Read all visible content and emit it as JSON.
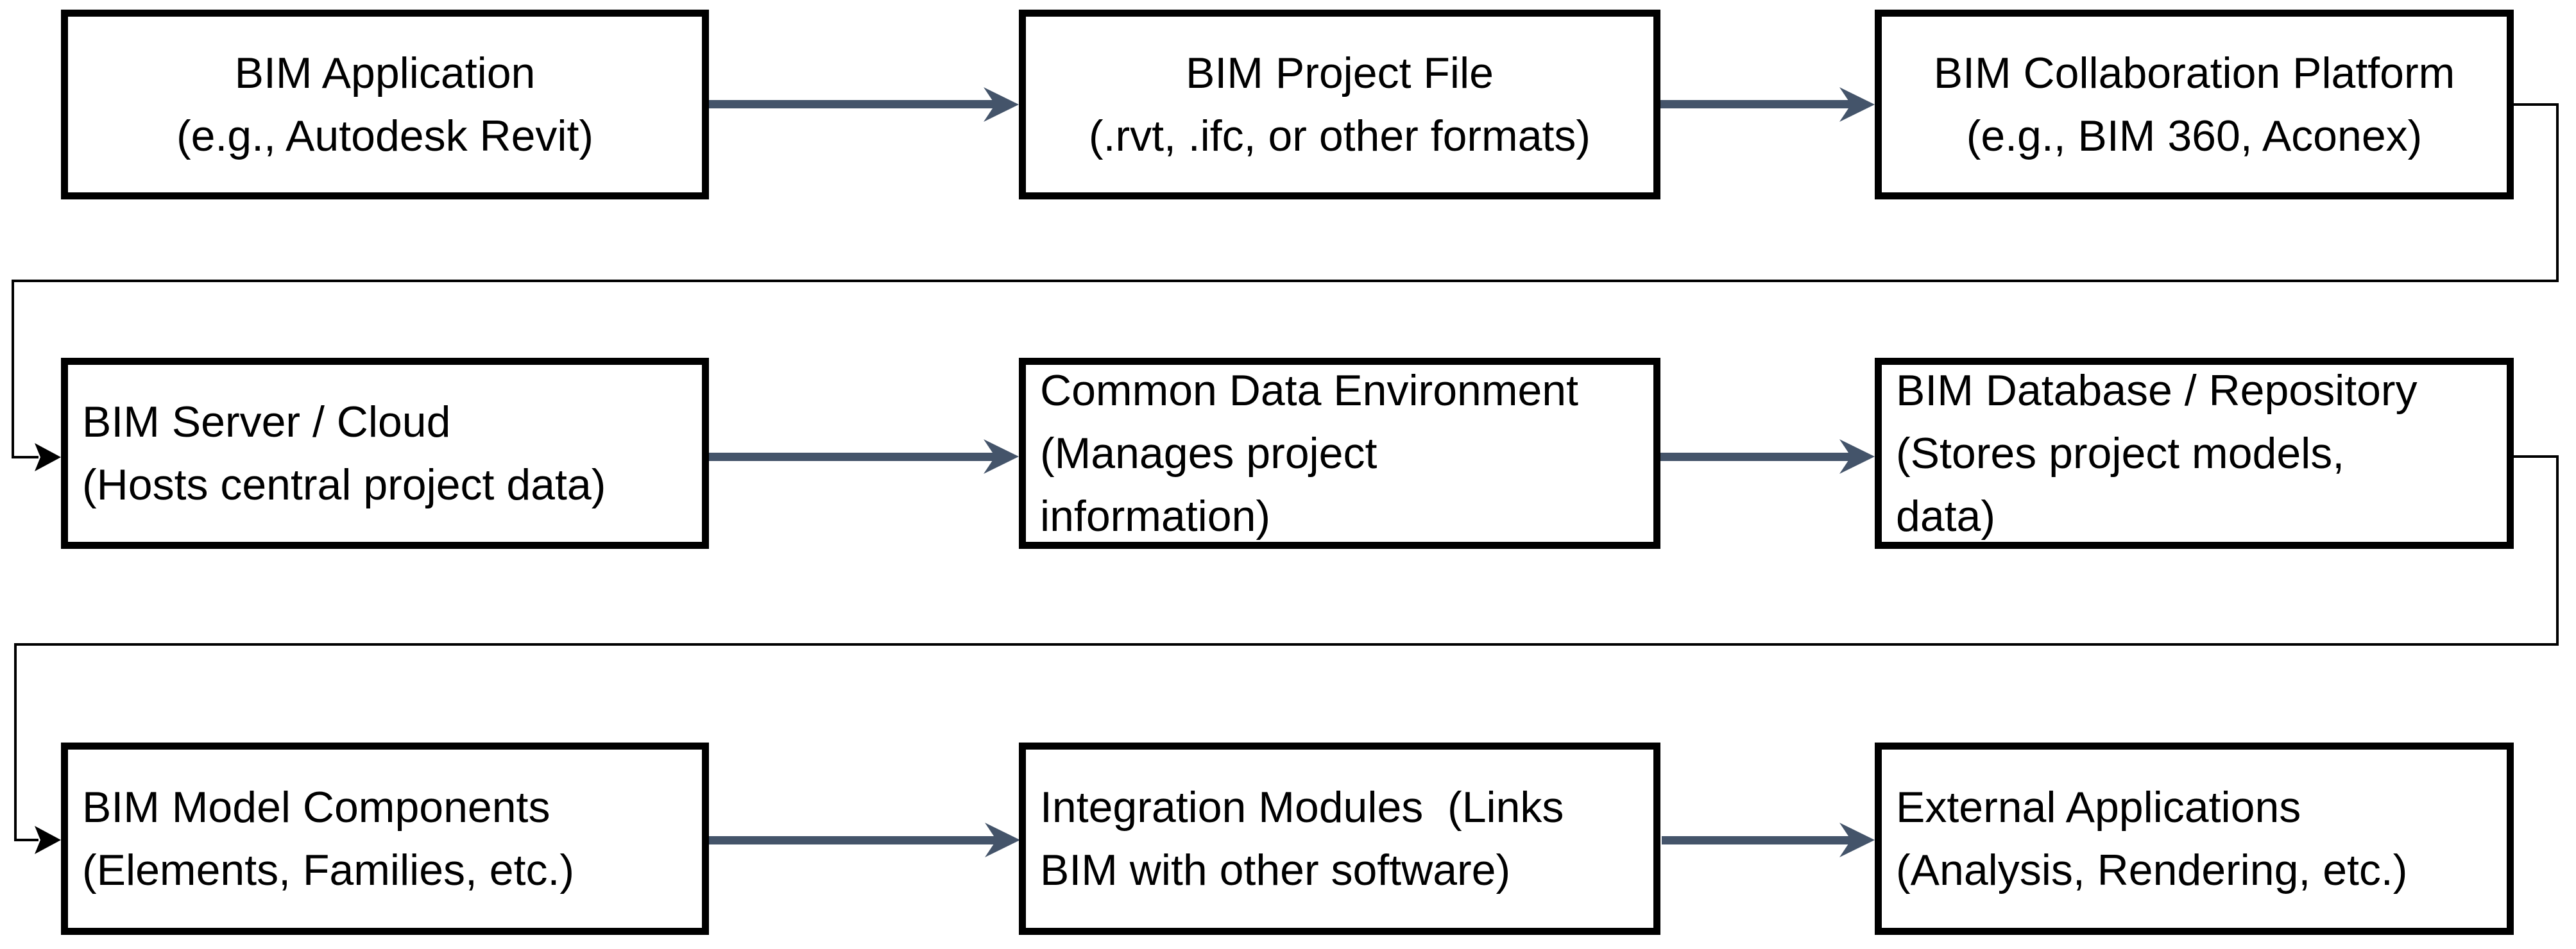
{
  "diagram": {
    "type": "flowchart",
    "background": "#FFFFFF",
    "colors": {
      "arrow": "#44546A",
      "connector": "#000000",
      "node_border": "#000000",
      "node_fill": "#FFFFFF",
      "text": "#000000"
    },
    "nodes": [
      {
        "id": "bim-application",
        "lines": [
          "BIM Application",
          "(e.g., Autodesk Revit)"
        ]
      },
      {
        "id": "bim-project-file",
        "lines": [
          "BIM Project File",
          "(.rvt, .ifc, or other formats)"
        ]
      },
      {
        "id": "bim-collaboration-platform",
        "lines": [
          "BIM Collaboration Platform",
          "(e.g., BIM 360, Aconex)"
        ]
      },
      {
        "id": "bim-server-cloud",
        "lines": [
          "BIM Server / Cloud",
          "(Hosts central project data)"
        ]
      },
      {
        "id": "common-data-environment",
        "lines": [
          "Common Data Environment",
          "(Manages project",
          "information)"
        ]
      },
      {
        "id": "bim-database-repository",
        "lines": [
          "BIM Database / Repository",
          "(Stores project models,",
          "data)"
        ]
      },
      {
        "id": "bim-model-components",
        "lines": [
          "BIM Model Components",
          "(Elements, Families, etc.)"
        ]
      },
      {
        "id": "integration-modules",
        "lines": [
          "Integration Modules  (Links",
          "BIM with other software)"
        ]
      },
      {
        "id": "external-applications",
        "lines": [
          "External Applications",
          "(Analysis, Rendering, etc.)"
        ]
      }
    ],
    "edges": [
      {
        "from": "bim-application",
        "to": "bim-project-file",
        "style": "thick-gray-arrow"
      },
      {
        "from": "bim-project-file",
        "to": "bim-collaboration-platform",
        "style": "thick-gray-arrow"
      },
      {
        "from": "bim-collaboration-platform",
        "to": "bim-server-cloud",
        "style": "thin-black-elbow"
      },
      {
        "from": "bim-server-cloud",
        "to": "common-data-environment",
        "style": "thick-gray-arrow"
      },
      {
        "from": "common-data-environment",
        "to": "bim-database-repository",
        "style": "thick-gray-arrow"
      },
      {
        "from": "bim-database-repository",
        "to": "bim-model-components",
        "style": "thin-black-elbow"
      },
      {
        "from": "bim-model-components",
        "to": "integration-modules",
        "style": "thick-gray-arrow"
      },
      {
        "from": "integration-modules",
        "to": "external-applications",
        "style": "thick-gray-arrow"
      }
    ]
  }
}
